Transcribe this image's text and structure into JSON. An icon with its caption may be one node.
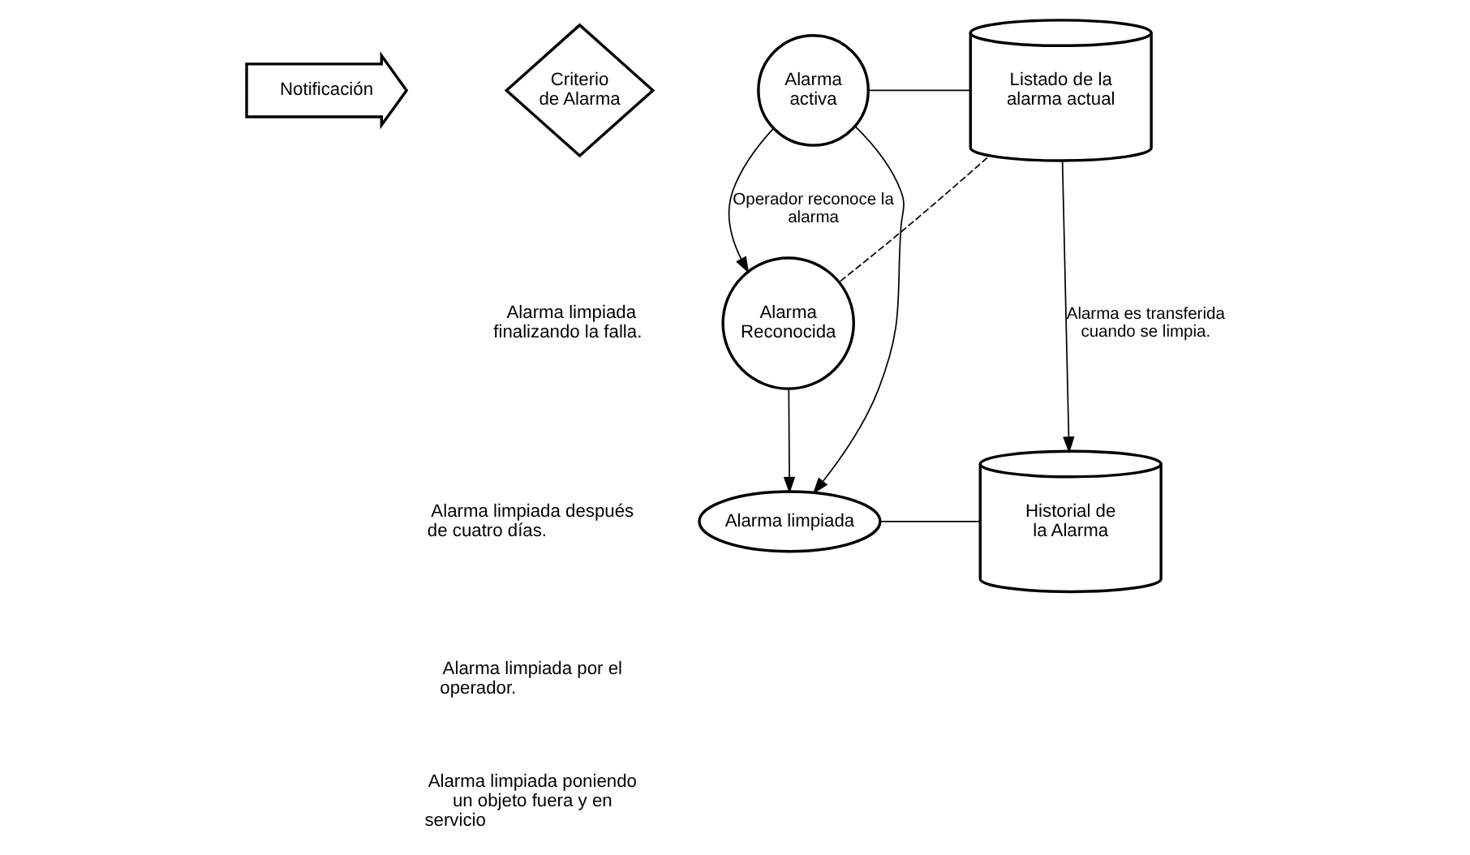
{
  "diagram": {
    "nodes": [
      {
        "text": [
          "Notificación"
        ]
      },
      {
        "text": [
          "Criterio de Alarma"
        ]
      },
      {
        "text": [
          "Alarma activa"
        ]
      },
      {
        "text": [
          "Listado de la alarma actual"
        ]
      },
      {
        "text": [
          "Alarma Reconocida"
        ]
      },
      {
        "text": [
          "Alarma limpiada"
        ]
      },
      {
        "text": [
          "Historial de la Alarma"
        ]
      }
    ],
    "edges": [
      {
        "from": 2,
        "to": 3,
        "arrow": "none"
      },
      {
        "from": 2,
        "to": 4,
        "arrow": "to",
        "label": "Operador reconoce la alarma"
      },
      {
        "from": 3,
        "to": 4,
        "arrow": "none",
        "style": "dashed"
      },
      {
        "from": 4,
        "to": 5,
        "arrow": "to"
      },
      {
        "from": 2,
        "to": 5,
        "arrow": "to"
      },
      {
        "from": 3,
        "to": 6,
        "arrow": "to",
        "label": "Alarma es transferida cuando se limpia."
      },
      {
        "from": 5,
        "to": 6,
        "arrow": "none"
      }
    ],
    "labels": [
      "Alarma limpiada finalizando la falla.",
      "Alarma limpiada después de cuatro días.",
      "Alarma limpiada por el operador.",
      "Alarma limpiada poniendo un objeto fuera y en servicio"
    ]
  }
}
